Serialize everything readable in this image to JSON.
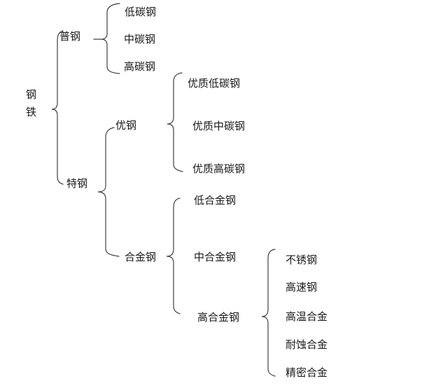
{
  "colors": {
    "line": "#3f3f3f",
    "text": "#1a1a1a",
    "background": "#ffffff"
  },
  "tree": {
    "root": "钢铁",
    "children": [
      {
        "label": "普钢",
        "children": [
          {
            "label": "低碳钢"
          },
          {
            "label": "中碳钢"
          },
          {
            "label": "高碳钢"
          }
        ]
      },
      {
        "label": "特钢",
        "children": [
          {
            "label": "优钢",
            "children": [
              {
                "label": "优质低碳钢"
              },
              {
                "label": "优质中碳钢"
              },
              {
                "label": "优质高碳钢"
              }
            ]
          },
          {
            "label": "合金钢",
            "children": [
              {
                "label": "低合金钢"
              },
              {
                "label": "中合金钢"
              },
              {
                "label": "高合金钢",
                "children": [
                  {
                    "label": "不锈钢"
                  },
                  {
                    "label": "高速钢"
                  },
                  {
                    "label": "高温合金"
                  },
                  {
                    "label": "耐蚀合金"
                  },
                  {
                    "label": "精密合金"
                  }
                ]
              }
            ]
          }
        ]
      }
    ]
  }
}
